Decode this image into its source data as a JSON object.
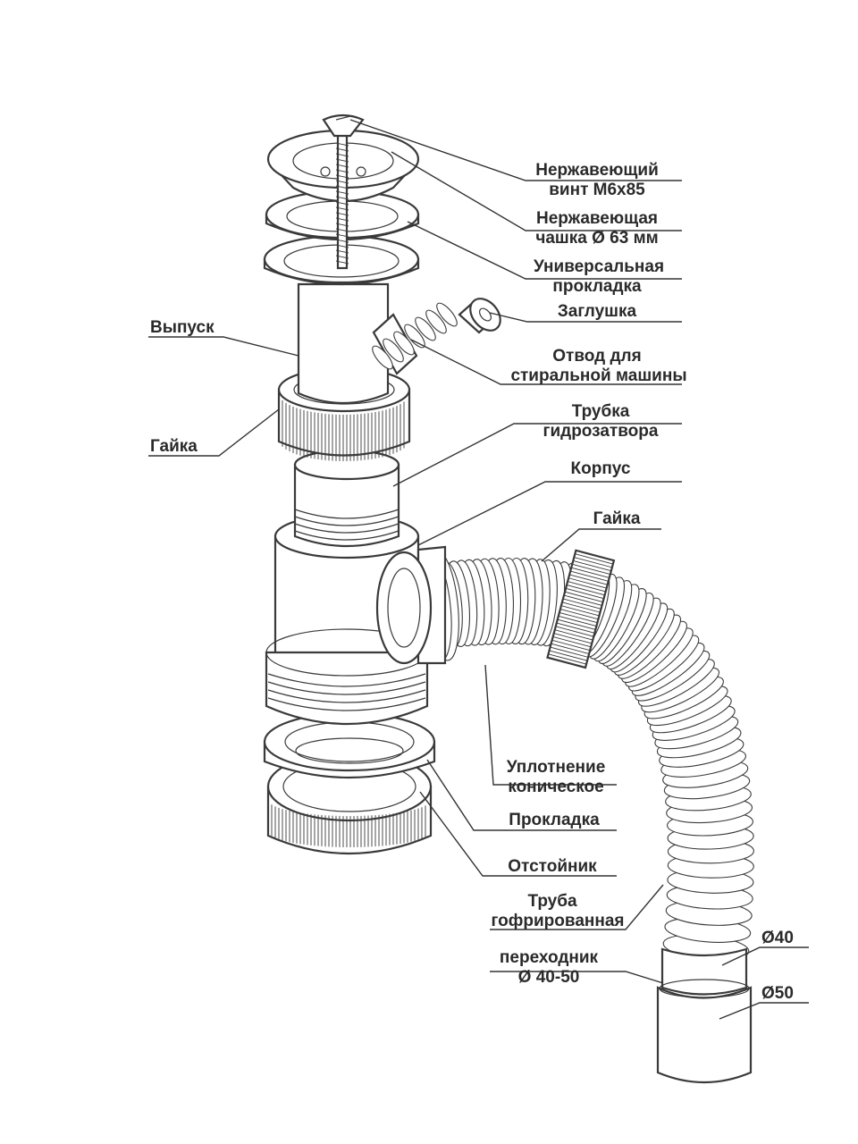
{
  "labels": {
    "screw_line1": "Нержавеющий",
    "screw_line2": "винт М6х85",
    "cup_line1": "Нержавеющая",
    "cup_line2": "чашка Ø 63 мм",
    "gasket_univ_line1": "Универсальная",
    "gasket_univ_line2": "прокладка",
    "plug": "Заглушка",
    "washer_line1": "Отвод для",
    "washer_line2": "стиральной машины",
    "outlet": "Выпуск",
    "nut_left": "Гайка",
    "seal_tube_line1": "Трубка",
    "seal_tube_line2": "гидрозатвора",
    "body": "Корпус",
    "nut_right": "Гайка",
    "cone_seal_line1": "Уплотнение",
    "cone_seal_line2": "коническое",
    "gasket": "Прокладка",
    "sump": "Отстойник",
    "corrugated_line1": "Труба",
    "corrugated_line2": "гофрированная",
    "adapter_line1": "переходник",
    "adapter_line2": "Ø 40-50",
    "d40": "Ø40",
    "d50": "Ø50"
  }
}
